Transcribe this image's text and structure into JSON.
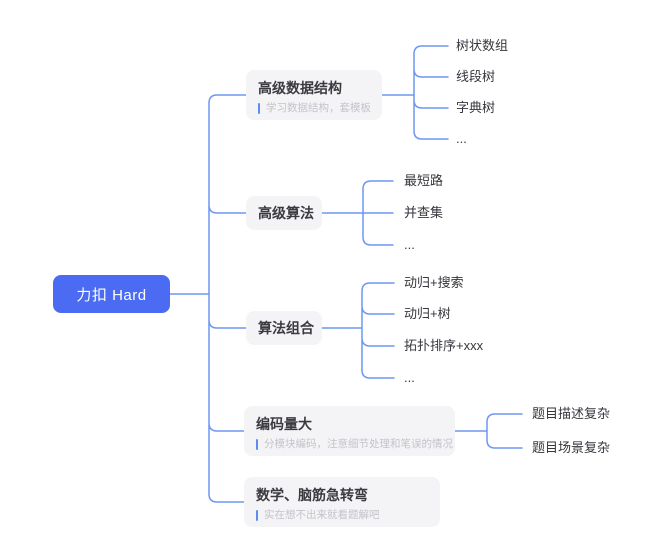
{
  "colors": {
    "root_bg": "#4B6BF2",
    "root_text": "#ffffff",
    "connector": "#6D97F2",
    "branch_bg": "#F4F4F6",
    "title_text": "#3A3A40",
    "note_text": "#C3C3CB",
    "note_bar": "#5F8CF0",
    "leaf_text": "#36363C",
    "canvas_bg": "#ffffff"
  },
  "root": {
    "label": "力扣 Hard"
  },
  "branches": [
    {
      "label": "高级数据结构",
      "note": "学习数据结构，套模板",
      "children": [
        "树状数组",
        "线段树",
        "字典树",
        "..."
      ]
    },
    {
      "label": "高级算法",
      "note": "",
      "children": [
        "最短路",
        "并查集",
        "..."
      ]
    },
    {
      "label": "算法组合",
      "note": "",
      "children": [
        "动归+搜索",
        "动归+树",
        "拓扑排序+xxx",
        "..."
      ]
    },
    {
      "label": "编码量大",
      "note": "分模块编码，注意细节处理和笔误的情况",
      "children": [
        "题目描述复杂",
        "题目场景复杂"
      ]
    },
    {
      "label": "数学、脑筋急转弯",
      "note": "实在想不出来就看题解吧",
      "children": []
    }
  ]
}
